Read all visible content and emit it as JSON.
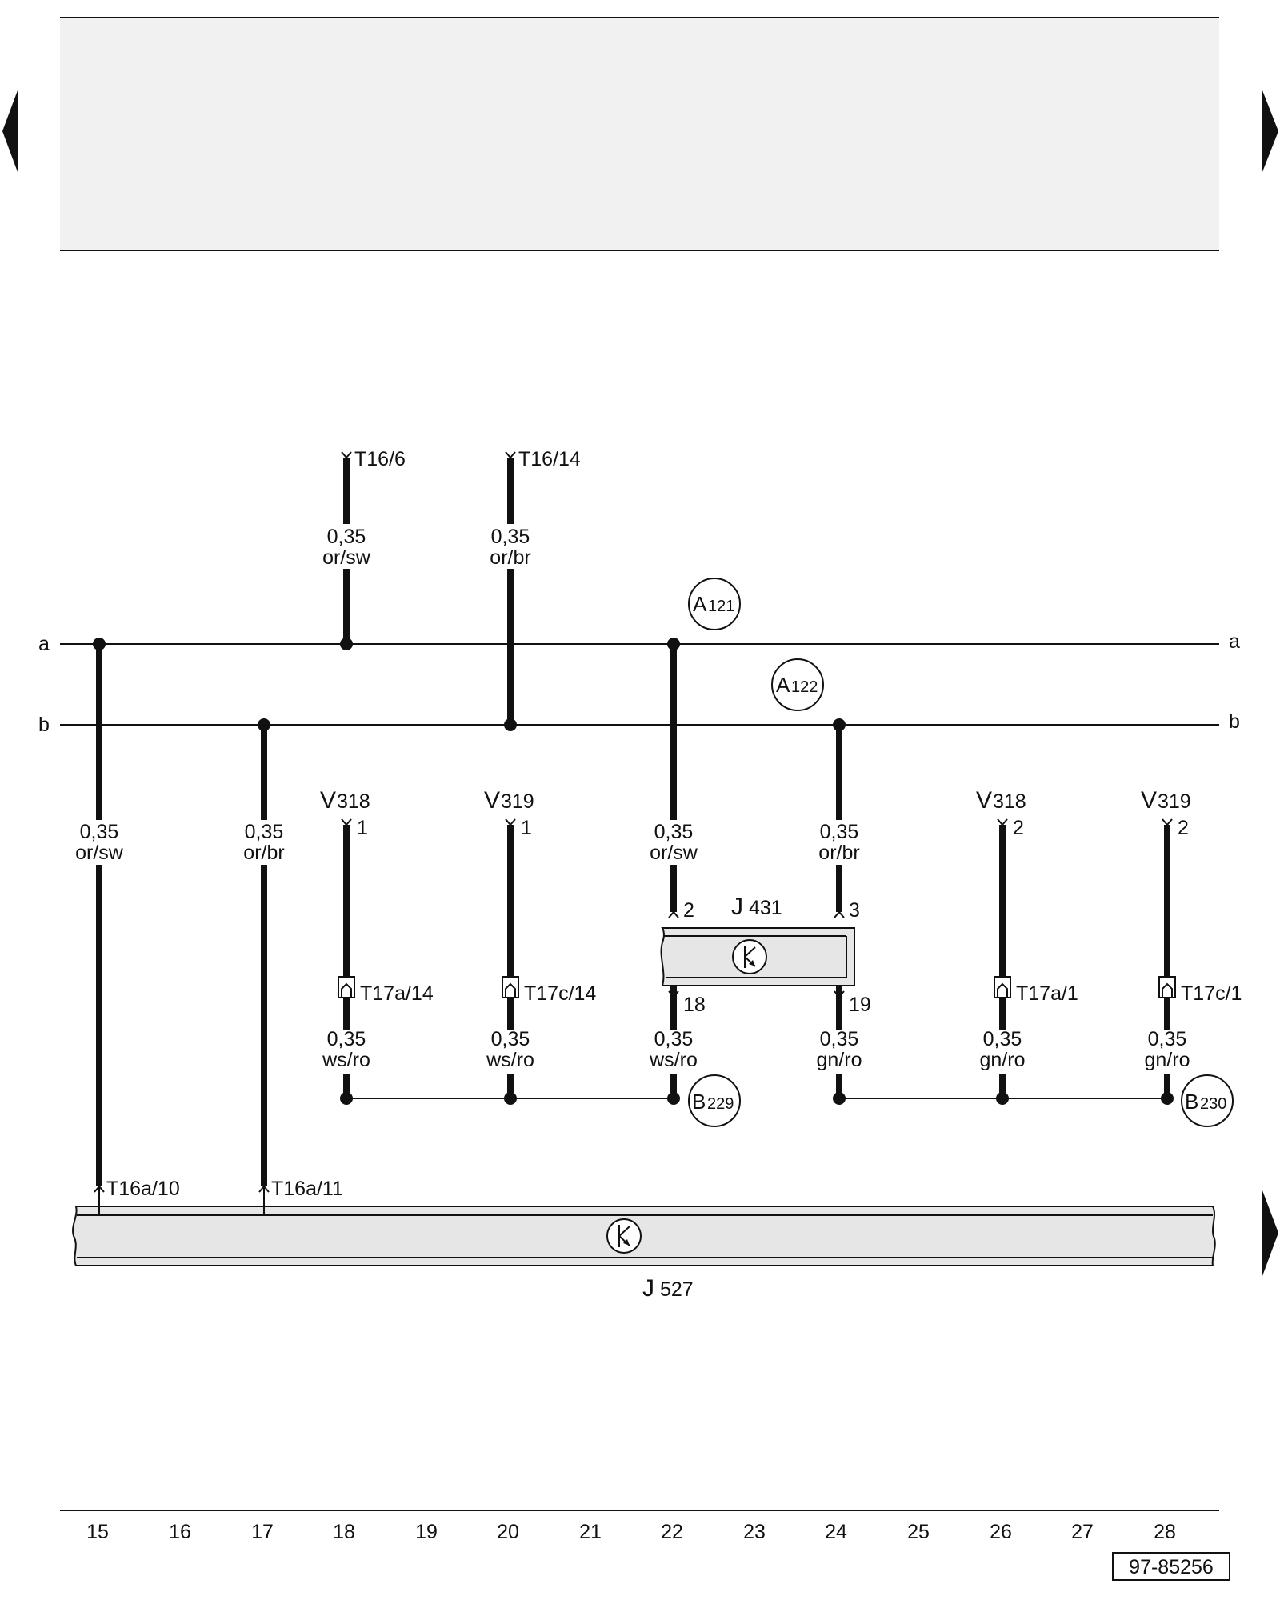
{
  "buses": {
    "a": "a",
    "b": "b"
  },
  "top_connectors": {
    "t16_6": "T16/6",
    "t16_14": "T16/14"
  },
  "wires": {
    "w1_size": "0,35",
    "w1_color": "or/sw",
    "w2_size": "0,35",
    "w2_color": "or/br",
    "w3_size": "0,35",
    "w3_color": "or/sw",
    "w4_size": "0,35",
    "w4_color": "or/br",
    "w5_size": "0,35",
    "w5_color": "or/sw",
    "w6_size": "0,35",
    "w6_color": "or/br",
    "w7_size": "0,35",
    "w7_color": "ws/ro",
    "w8_size": "0,35",
    "w8_color": "ws/ro",
    "w9_size": "0,35",
    "w9_color": "ws/ro",
    "w10_size": "0,35",
    "w10_color": "gn/ro",
    "w11_size": "0,35",
    "w11_color": "gn/ro",
    "w12_size": "0,35",
    "w12_color": "gn/ro"
  },
  "splices": {
    "a121_letter": "A",
    "a121_num": "121",
    "a122_letter": "A",
    "a122_num": "122",
    "b229_letter": "B",
    "b229_num": "229",
    "b230_letter": "B",
    "b230_num": "230"
  },
  "components": {
    "v318_left": "V",
    "v318_left_num": "318",
    "v318_left_pin": "1",
    "v319_left": "V",
    "v319_left_num": "319",
    "v319_left_pin": "1",
    "v318_right": "V",
    "v318_right_num": "318",
    "v318_right_pin": "2",
    "v319_right": "V",
    "v319_right_num": "319",
    "v319_right_pin": "2",
    "j431": "J",
    "j431_num": "431",
    "j431_pin2": "2",
    "j431_pin3": "3",
    "j431_pin18": "18",
    "j431_pin19": "19",
    "j527": "J",
    "j527_num": "527"
  },
  "connectors": {
    "t17a_14": "T17a/14",
    "t17c_14": "T17c/14",
    "t17a_1": "T17a/1",
    "t17c_1": "T17c/1",
    "t16a_10": "T16a/10",
    "t16a_11": "T16a/11"
  },
  "track_numbers": [
    "15",
    "16",
    "17",
    "18",
    "19",
    "20",
    "21",
    "22",
    "23",
    "24",
    "25",
    "26",
    "27",
    "28"
  ],
  "diagram_id": "97-85256",
  "colors": {
    "header_fill": "#f1f1f1",
    "line": "#111111",
    "component_fill": "#e6e6e6"
  }
}
